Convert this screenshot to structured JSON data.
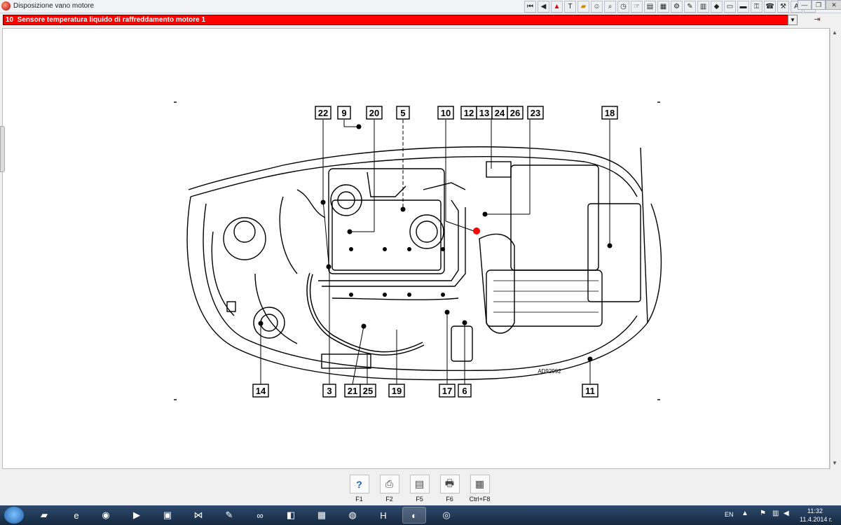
{
  "window": {
    "title": "Disposizione vano motore"
  },
  "selector": {
    "text": "10  Sensore temperatura liquido di raffreddamento motore 1"
  },
  "toolbar_icons": [
    "first-icon",
    "prev-icon",
    "warning-icon",
    "text-icon",
    "folder-icon",
    "people-icon",
    "search-icon",
    "clock-icon",
    "pointer-icon",
    "doc-icon",
    "schema-icon",
    "gear-icon",
    "tool-icon",
    "chart-icon",
    "car-icon",
    "monitor-icon",
    "bus-icon",
    "key-icon",
    "phone-icon",
    "settings-icon",
    "text2-icon",
    "info-icon"
  ],
  "diagram": {
    "callouts": [
      "22",
      "9",
      "20",
      "5",
      "10",
      "12",
      "13",
      "24",
      "26",
      "23",
      "18",
      "14",
      "3",
      "21",
      "25",
      "19",
      "17",
      "6",
      "11"
    ],
    "code": "AD92992"
  },
  "fkeys": [
    {
      "name": "help",
      "label": "F1",
      "icon": "?"
    },
    {
      "name": "print-setup",
      "label": "F2",
      "icon": "⎙"
    },
    {
      "name": "note",
      "label": "F5",
      "icon": "▤"
    },
    {
      "name": "print",
      "label": "F6",
      "icon": "🖶"
    },
    {
      "name": "calculator",
      "label": "Ctrl+F8",
      "icon": "▦"
    }
  ],
  "taskbar": {
    "lang": "EN",
    "time": "11:32",
    "date": "11.4.2014 г."
  },
  "colors": {
    "selector_bg": "#ff0000",
    "highlight_dot": "#ff0000"
  }
}
